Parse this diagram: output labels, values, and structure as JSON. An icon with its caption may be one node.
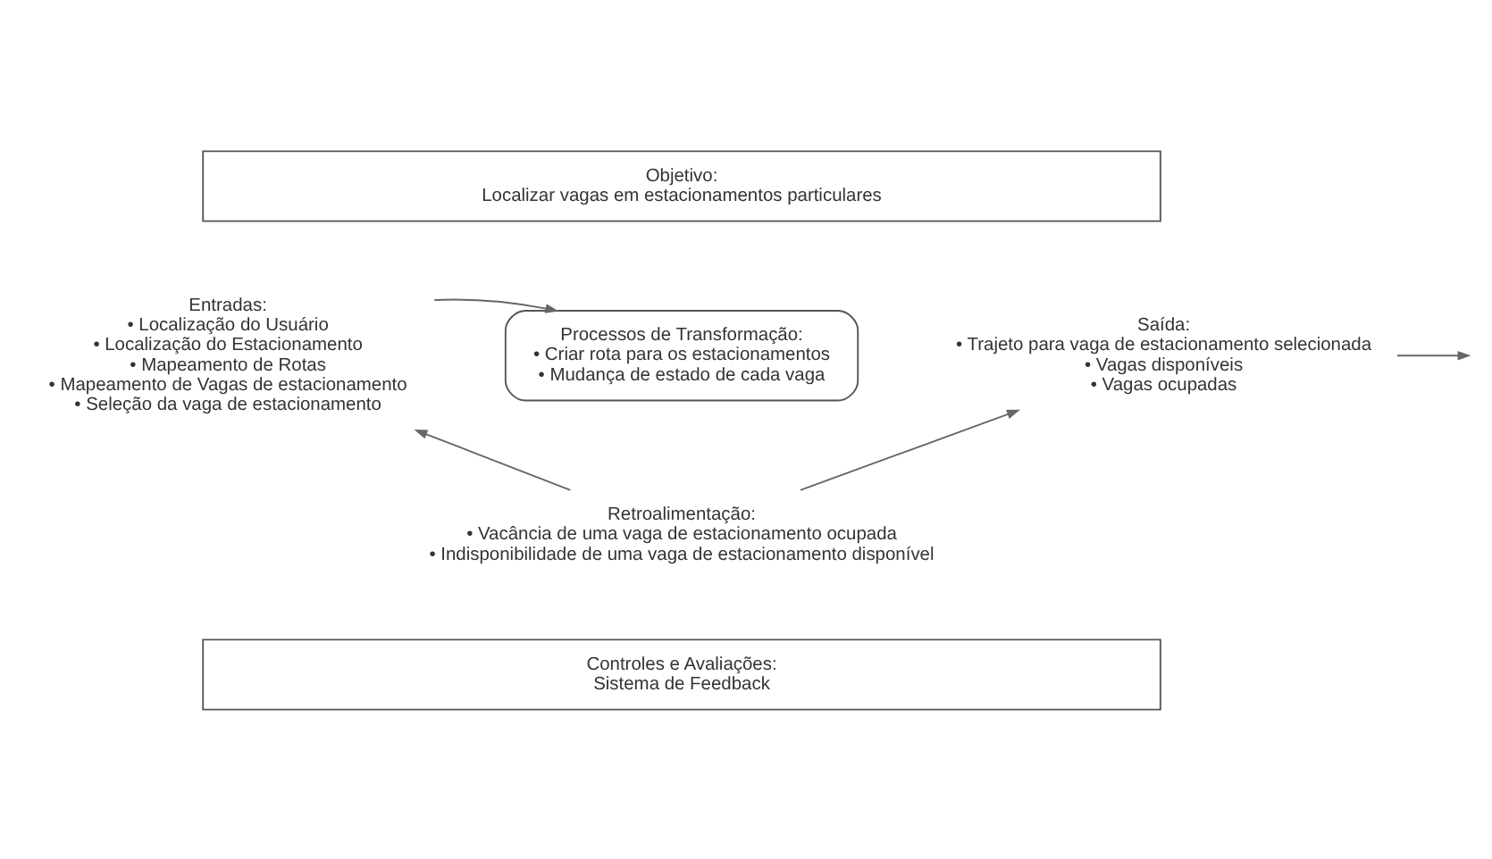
{
  "diagram": {
    "nodes": [
      {
        "text": [
          "Objetivo:",
          "Localizar vagas em estacionamentos particulares"
        ]
      },
      {
        "text": [
          "Entradas:",
          "• Localização do Usuário",
          "• Localização do Estacionamento",
          "• Mapeamento de Rotas",
          "• Mapeamento de Vagas de estacionamento",
          "• Seleção da vaga de estacionamento"
        ]
      },
      {
        "text": [
          "Processos de Transformação:",
          "• Criar rota para os estacionamentos",
          "• Mudança de estado de cada vaga"
        ]
      },
      {
        "text": [
          "Saída:",
          "• Trajeto para vaga de estacionamento selecionada",
          "• Vagas disponíveis",
          "• Vagas ocupadas"
        ]
      },
      {
        "text": [
          "Retroalimentação:",
          "• Vacância de uma vaga de estacionamento ocupada",
          "• Indisponibilidade de uma vaga de estacionamento disponível"
        ]
      },
      {
        "text": [
          "Controles e Avaliações:",
          "Sistema de Feedback"
        ]
      }
    ],
    "edges": [
      {
        "from": 1,
        "to": 2,
        "arrow": "to"
      },
      {
        "from": 3,
        "to": null,
        "arrow": "to"
      },
      {
        "from": 4,
        "to": 1,
        "arrow": "to"
      },
      {
        "from": 4,
        "to": 3,
        "arrow": "to"
      }
    ]
  }
}
